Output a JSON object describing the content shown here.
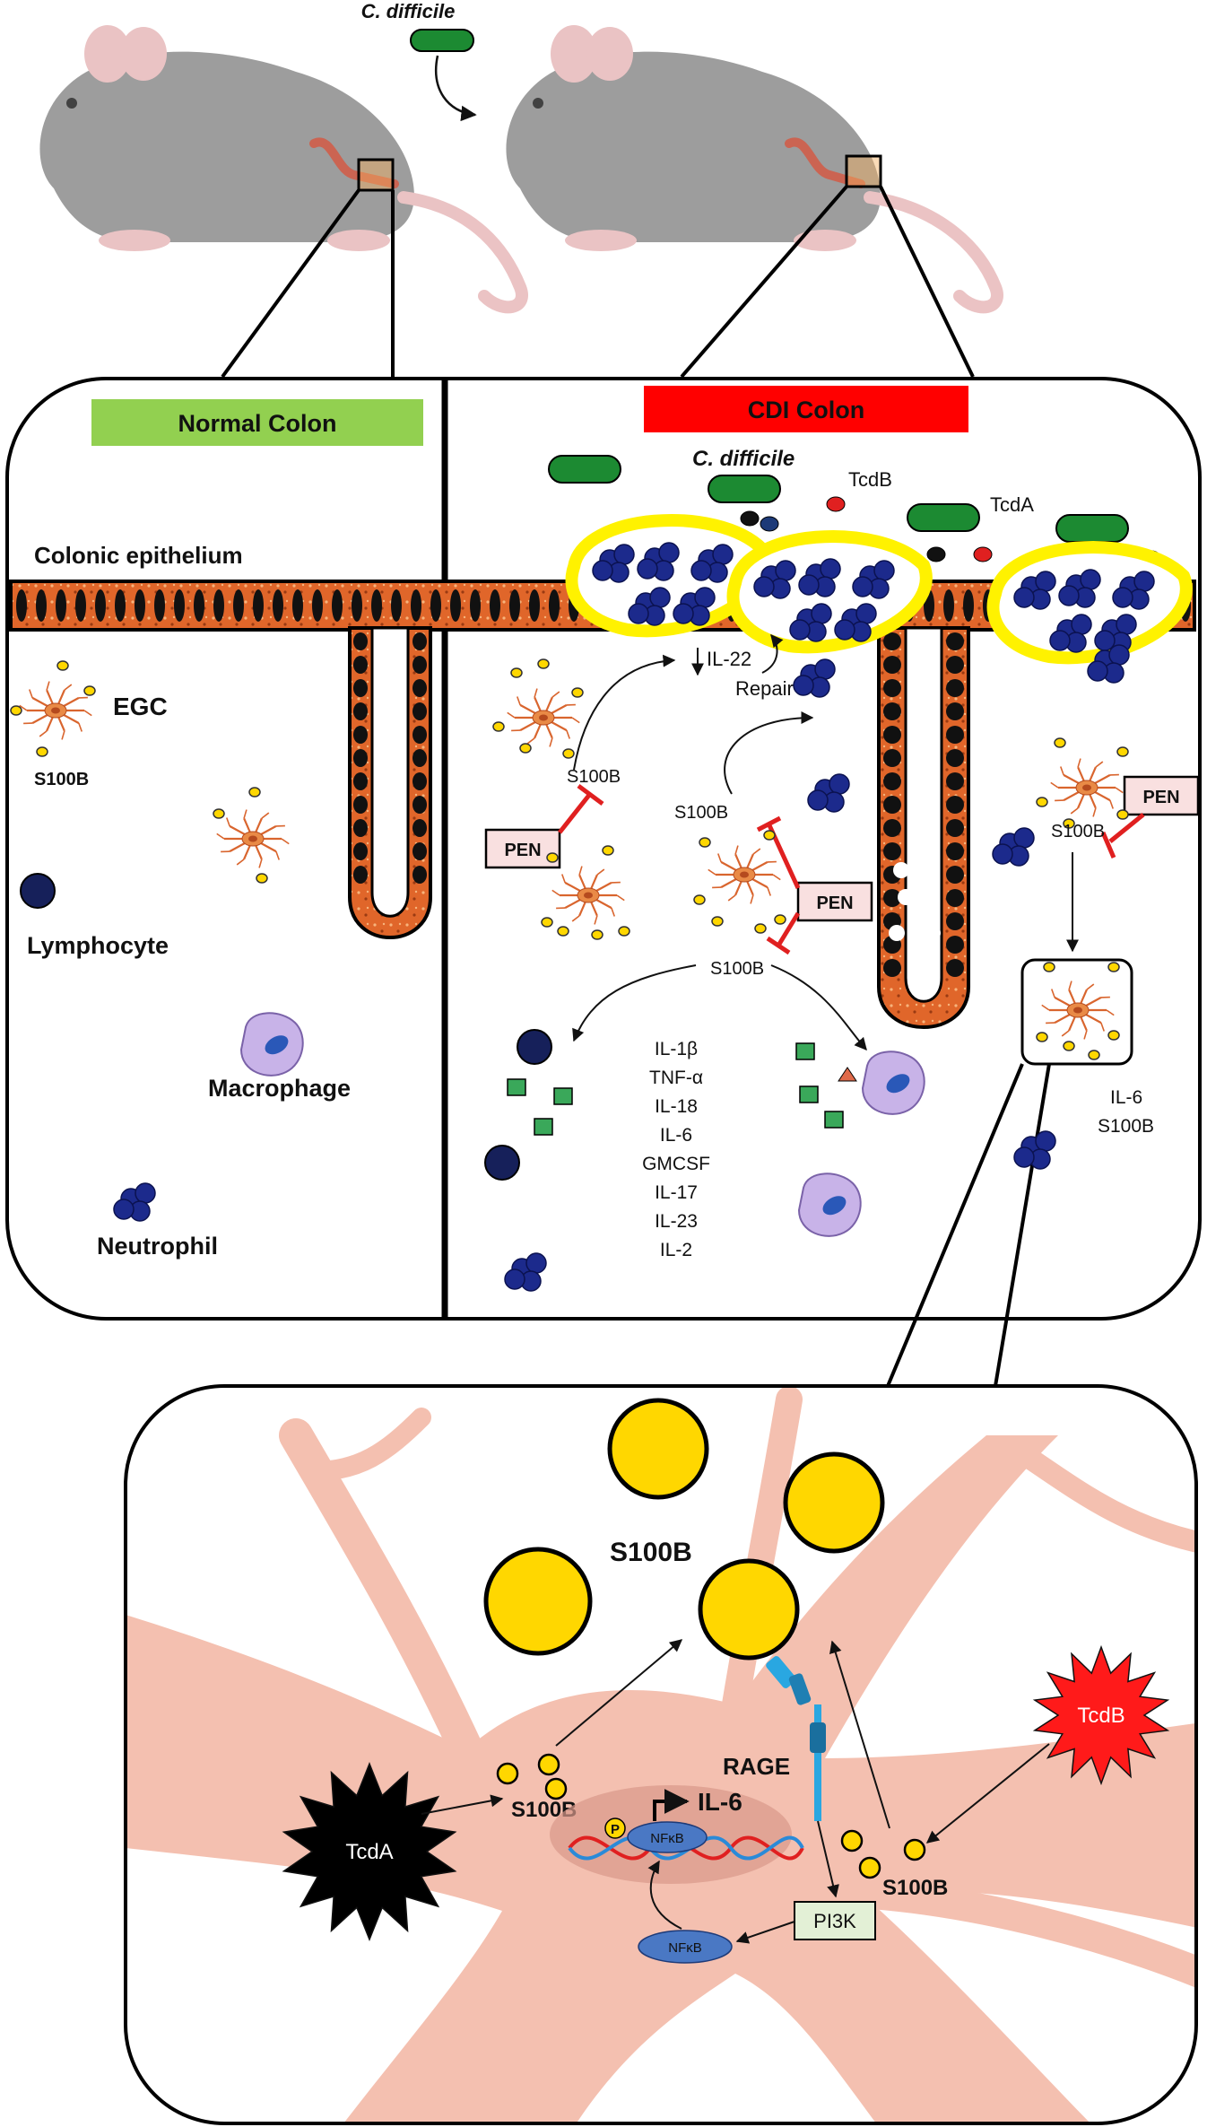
{
  "top": {
    "pathogen_label": "C. difficile"
  },
  "panels": {
    "normal_title": "Normal Colon",
    "cdi_title": "CDI Colon",
    "normal_color": "#92d050",
    "cdi_color": "#ff0000"
  },
  "labels": {
    "colonic_epithelium": "Colonic epithelium",
    "egc": "EGC",
    "s100b": "S100B",
    "lymphocyte": "Lymphocyte",
    "macrophage": "Macrophage",
    "neutrophil": "Neutrophil",
    "c_difficile": "C. difficile",
    "tcdb": "TcdB",
    "tcda": "TcdA",
    "il22": "IL-22",
    "repair": "Repair",
    "pen": "PEN",
    "il6": "IL-6"
  },
  "cytokines": [
    "IL-1β",
    "TNF-α",
    "IL-18",
    "IL-6",
    "GMCSF",
    "IL-17",
    "IL-23",
    "IL-2"
  ],
  "zoom": {
    "s100b": "S100B",
    "rage": "RAGE",
    "tcda": "TcdA",
    "tcdb": "TcdB",
    "il6": "IL-6",
    "nfkb": "NFκB",
    "p": "P",
    "pi3k": "PI3K"
  },
  "colors": {
    "s100b_yellow": "#ffd700",
    "glia_pink": "#f4c0b0",
    "epithelium_orange": "#e0662a",
    "bacteria_green": "#1c8a32",
    "inhibit_red": "#e02020"
  }
}
